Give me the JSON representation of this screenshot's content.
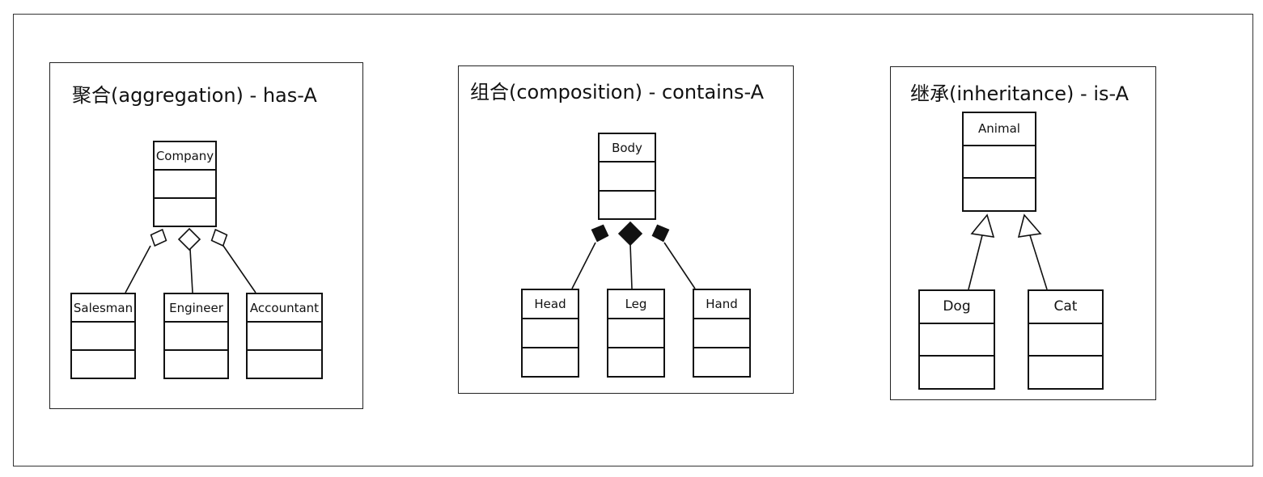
{
  "panels": {
    "aggregation": {
      "title": "聚合(aggregation) - has-A",
      "parent": "Company",
      "children": [
        "Salesman",
        "Engineer",
        "Accountant"
      ]
    },
    "composition": {
      "title": "组合(composition) - contains-A",
      "parent": "Body",
      "children": [
        "Head",
        "Leg",
        "Hand"
      ]
    },
    "inheritance": {
      "title": "继承(inheritance) - is-A",
      "parent": "Animal",
      "children": [
        "Dog",
        "Cat"
      ]
    }
  },
  "relations": {
    "aggregation": "hollow-diamond",
    "composition": "filled-diamond",
    "inheritance": "hollow-triangle"
  }
}
